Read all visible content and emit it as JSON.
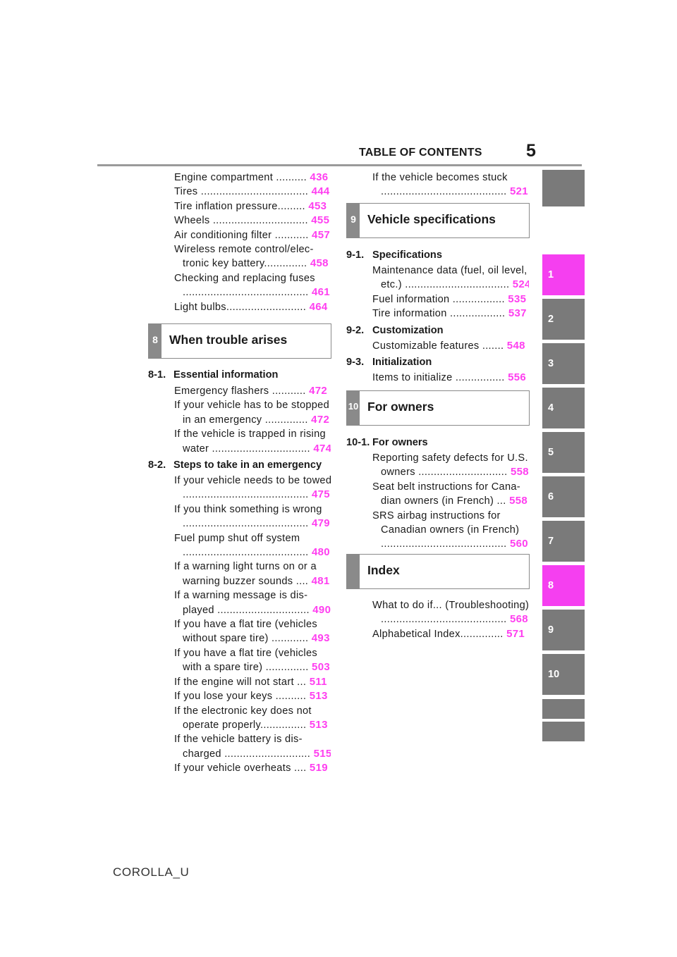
{
  "header": {
    "title": "TABLE OF CONTENTS",
    "page_number": "5"
  },
  "left_column": {
    "top_entries": [
      {
        "lines": [
          "Engine compartment .........."
        ],
        "page": "436"
      },
      {
        "lines": [
          "Tires ..................................."
        ],
        "page": "444"
      },
      {
        "lines": [
          "Tire inflation pressure........."
        ],
        "page": "453"
      },
      {
        "lines": [
          "Wheels ..............................."
        ],
        "page": "455"
      },
      {
        "lines": [
          "Air conditioning filter ..........."
        ],
        "page": "457"
      },
      {
        "lines": [
          "Wireless remote control/elec-",
          "tronic key battery.............."
        ],
        "page": "458"
      },
      {
        "lines": [
          "Checking and replacing fuses",
          "........................................."
        ],
        "page": "461"
      },
      {
        "lines": [
          "Light bulbs.........................."
        ],
        "page": "464"
      }
    ],
    "section": {
      "number": "8",
      "title": "When trouble arises"
    },
    "sub1": {
      "label": "8-1.",
      "title": "Essential information"
    },
    "sub1_entries": [
      {
        "lines": [
          "Emergency flashers ..........."
        ],
        "page": "472"
      },
      {
        "lines": [
          "If your vehicle has to be stopped",
          "in an emergency .............."
        ],
        "page": "472"
      },
      {
        "lines": [
          "If the vehicle is trapped in rising",
          "water ................................"
        ],
        "page": "474"
      }
    ],
    "sub2": {
      "label": "8-2.",
      "title": "Steps to take in an emergency"
    },
    "sub2_entries": [
      {
        "lines": [
          "If your vehicle needs to be towed",
          "........................................."
        ],
        "page": "475"
      },
      {
        "lines": [
          "If you think something is wrong",
          "........................................."
        ],
        "page": "479"
      },
      {
        "lines": [
          "Fuel pump shut off system",
          "........................................."
        ],
        "page": "480"
      },
      {
        "lines": [
          "If a warning light turns on or a",
          "warning buzzer sounds ...."
        ],
        "page": "481"
      },
      {
        "lines": [
          "If a warning message is dis-",
          "played .............................."
        ],
        "page": "490"
      },
      {
        "lines": [
          "If you have a flat tire (vehicles",
          "without spare tire) ............"
        ],
        "page": "493"
      },
      {
        "lines": [
          "If you have a flat tire (vehicles",
          "with a spare tire) .............."
        ],
        "page": "503"
      },
      {
        "lines": [
          "If the engine will not start ..."
        ],
        "page": "511"
      },
      {
        "lines": [
          "If you lose your keys .........."
        ],
        "page": "513"
      },
      {
        "lines": [
          "If the electronic key does not",
          "operate properly..............."
        ],
        "page": "513"
      },
      {
        "lines": [
          "If the vehicle battery is dis-",
          "charged ............................"
        ],
        "page": "515"
      },
      {
        "lines": [
          "If your vehicle overheats ...."
        ],
        "page": "519"
      }
    ]
  },
  "right_column": {
    "top_entries": [
      {
        "lines": [
          "If the vehicle becomes stuck",
          "........................................."
        ],
        "page": "521"
      }
    ],
    "section9": {
      "number": "9",
      "title": "Vehicle specifications"
    },
    "sub1": {
      "label": "9-1.",
      "title": "Specifications"
    },
    "sub1_entries": [
      {
        "lines": [
          "Maintenance data (fuel, oil level,",
          "etc.) .................................."
        ],
        "page": "524"
      },
      {
        "lines": [
          "Fuel information ................."
        ],
        "page": "535"
      },
      {
        "lines": [
          "Tire information .................."
        ],
        "page": "537"
      }
    ],
    "sub2": {
      "label": "9-2.",
      "title": "Customization"
    },
    "sub2_entries": [
      {
        "lines": [
          "Customizable features ......."
        ],
        "page": "548"
      }
    ],
    "sub3": {
      "label": "9-3.",
      "title": "Initialization"
    },
    "sub3_entries": [
      {
        "lines": [
          "Items to initialize ................"
        ],
        "page": "556"
      }
    ],
    "section10": {
      "number": "10",
      "title": "For owners"
    },
    "sub4": {
      "label": "10-1.",
      "title": "For owners"
    },
    "sub4_entries": [
      {
        "lines": [
          "Reporting safety defects for U.S.",
          "owners ............................."
        ],
        "page": "558"
      },
      {
        "lines": [
          "Seat belt instructions for Cana-",
          "dian owners (in French) ..."
        ],
        "page": "558"
      },
      {
        "lines": [
          "SRS airbag instructions for",
          "Canadian owners (in French)",
          "........................................."
        ],
        "page": "560"
      }
    ],
    "section_index": {
      "number": "",
      "title": "Index"
    },
    "index_entries": [
      {
        "lines": [
          "What to do if... (Troubleshooting)",
          "........................................."
        ],
        "page": "568"
      },
      {
        "lines": [
          "Alphabetical Index.............."
        ],
        "page": "571"
      }
    ]
  },
  "sidebar": {
    "tabs": [
      {
        "label": "",
        "active": false
      },
      {
        "label": "1",
        "active": true
      },
      {
        "label": "2",
        "active": false
      },
      {
        "label": "3",
        "active": false
      },
      {
        "label": "4",
        "active": false
      },
      {
        "label": "5",
        "active": false
      },
      {
        "label": "6",
        "active": false
      },
      {
        "label": "7",
        "active": false
      },
      {
        "label": "8",
        "active": true
      },
      {
        "label": "9",
        "active": false
      },
      {
        "label": "10",
        "active": false
      },
      {
        "label": "",
        "active": false
      },
      {
        "label": "",
        "active": false
      }
    ]
  },
  "footer": {
    "text": "COROLLA_U"
  },
  "colors": {
    "accent": "#f53ff0",
    "page_number": "#ff3ef0",
    "tab_gray": "#7a7a7a"
  }
}
